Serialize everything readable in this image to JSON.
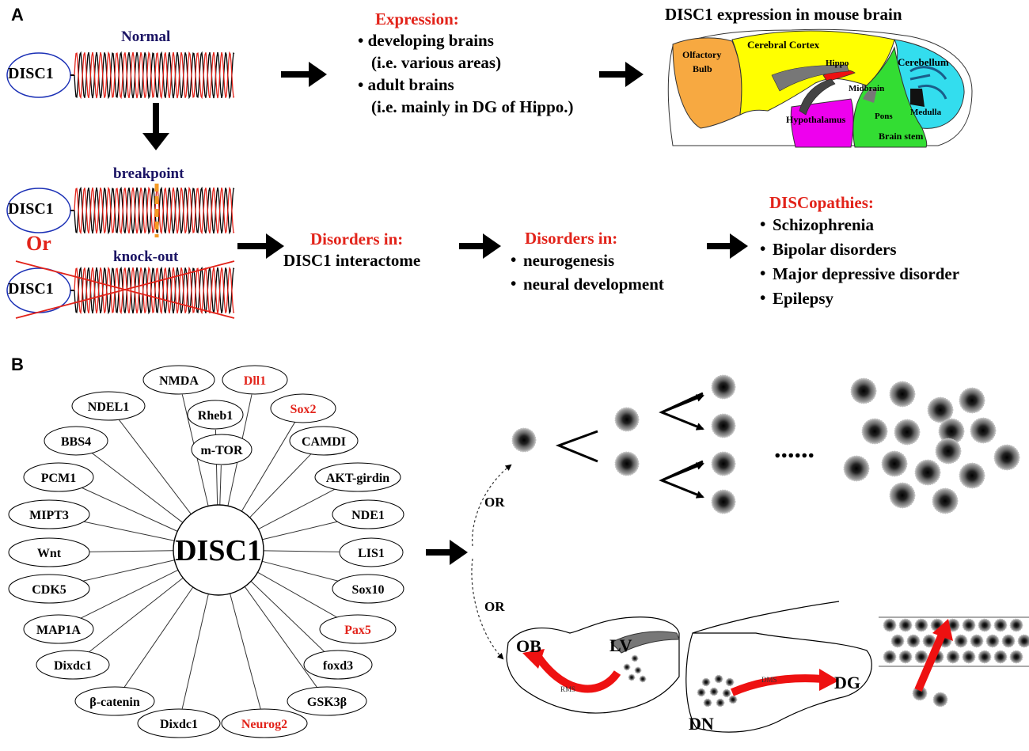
{
  "panel_a": {
    "label": "A",
    "normal": "Normal",
    "breakpoint": "breakpoint",
    "or": "Or",
    "knockout": "knock-out",
    "gene": "DISC1",
    "expression": {
      "heading": "Expression:",
      "items": [
        "developing brains",
        "(i.e. various areas)",
        "adult brains",
        "(i.e. mainly in DG of Hippo.)"
      ]
    },
    "brain": {
      "title": "DISC1 expression in mouse brain",
      "regions": {
        "olfactory1": "Olfactory",
        "olfactory2": "Bulb",
        "cortex": "Cerebral  Cortex",
        "hippo": "Hippo",
        "cerebellum": "Cerebellum",
        "midbrain": "Midbrain",
        "pons": "Pons",
        "medulla": "Medulla",
        "hypothalamus": "Hypothalamus",
        "brainstem": "Brain stem"
      },
      "colors": {
        "olfactory": "#f7a941",
        "cortex": "#ffff00",
        "cerebellum": "#33ddee",
        "brainstem": "#33dd33",
        "hypothalamus": "#ee00ee",
        "hippo": "#ee1111"
      }
    },
    "disorders1": {
      "heading": "Disorders in:",
      "text": "DISC1 interactome"
    },
    "disorders2": {
      "heading": "Disorders in:",
      "items": [
        "neurogenesis",
        "neural development"
      ]
    },
    "discopathies": {
      "heading": "DISCopathies:",
      "items": [
        "Schizophrenia",
        "Bipolar disorders",
        "Major depressive disorder",
        "Epilepsy"
      ]
    }
  },
  "panel_b": {
    "label": "B",
    "center": "DISC1",
    "interactors": [
      {
        "name": "NMDA",
        "red": false
      },
      {
        "name": "Dll1",
        "red": true
      },
      {
        "name": "NDEL1",
        "red": false
      },
      {
        "name": "Rheb1",
        "red": false
      },
      {
        "name": "Sox2",
        "red": true
      },
      {
        "name": "BBS4",
        "red": false
      },
      {
        "name": "m-TOR",
        "red": false
      },
      {
        "name": "CAMDI",
        "red": false
      },
      {
        "name": "PCM1",
        "red": false
      },
      {
        "name": "AKT-girdin",
        "red": false
      },
      {
        "name": "MIPT3",
        "red": false
      },
      {
        "name": "NDE1",
        "red": false
      },
      {
        "name": "Wnt",
        "red": false
      },
      {
        "name": "LIS1",
        "red": false
      },
      {
        "name": "CDK5",
        "red": false
      },
      {
        "name": "Sox10",
        "red": false
      },
      {
        "name": "MAP1A",
        "red": false
      },
      {
        "name": "Pax5",
        "red": true
      },
      {
        "name": "Dixdc1",
        "red": false
      },
      {
        "name": "foxd3",
        "red": false
      },
      {
        "name": "β-catenin",
        "red": false
      },
      {
        "name": "GSK3β",
        "red": false
      },
      {
        "name": "Dixdc1",
        "red": false
      },
      {
        "name": "Neurog2",
        "red": true
      }
    ],
    "or_top": "OR",
    "or_bottom": "OR",
    "dots": "......",
    "ob": "OB",
    "lv": "LV",
    "rms": "RMS",
    "dn": "DN",
    "dg": "DG",
    "dms": "DMS",
    "colors": {
      "red_text": "#e2231a",
      "arrow_red": "#ee1111",
      "navy": "#1b1464",
      "cell": "#555555"
    }
  }
}
